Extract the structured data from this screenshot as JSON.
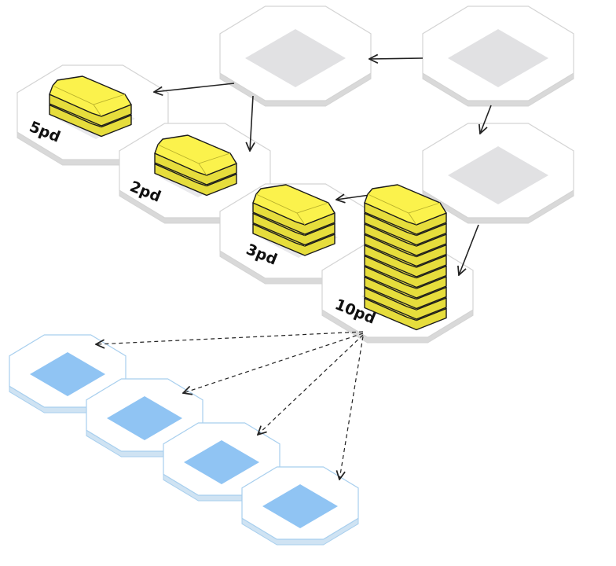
{
  "colors": {
    "gray_tile_top": "#ffffff",
    "gray_tile_edge": "#d9d9d9",
    "gray_tile_outline": "#d4d4d4",
    "gray_diamond": "#e1e1e3",
    "blue_tile_outline": "#a8cfee",
    "blue_tile_edge": "#cfe3f3",
    "blue_diamond": "#90c4f3",
    "gold_top": "#fbf24c",
    "gold_side": "#e6dd3c",
    "gold_outline": "#1a1a1a",
    "arrow": "#222222"
  },
  "labels": {
    "stack_5pd": "5pd",
    "stack_2pd": "2pd",
    "stack_3pd": "3pd",
    "stack_10pd": "10pd"
  },
  "diagram": {
    "source_nodes": [
      {
        "id": "source-tile-a",
        "icon": "gray-diamond-icon"
      },
      {
        "id": "source-tile-b",
        "icon": "gray-diamond-icon"
      },
      {
        "id": "source-tile-c",
        "icon": "gray-diamond-icon"
      }
    ],
    "stack_nodes": [
      {
        "id": "stack-tile-5pd",
        "label_key": "stack_5pd",
        "bars": 2
      },
      {
        "id": "stack-tile-2pd",
        "label_key": "stack_2pd",
        "bars": 2
      },
      {
        "id": "stack-tile-3pd",
        "label_key": "stack_3pd",
        "bars": 3
      },
      {
        "id": "stack-tile-10pd",
        "label_key": "stack_10pd",
        "bars": 10
      }
    ],
    "target_nodes": [
      {
        "id": "target-tile-1",
        "icon": "blue-diamond-icon"
      },
      {
        "id": "target-tile-2",
        "icon": "blue-diamond-icon"
      },
      {
        "id": "target-tile-3",
        "icon": "blue-diamond-icon"
      },
      {
        "id": "target-tile-4",
        "icon": "blue-diamond-icon"
      }
    ],
    "edges": [
      {
        "from": "source-tile-b",
        "to": "source-tile-a",
        "style": "solid"
      },
      {
        "from": "source-tile-a",
        "to": "stack-tile-5pd",
        "style": "solid"
      },
      {
        "from": "source-tile-a",
        "to": "stack-tile-2pd",
        "style": "solid"
      },
      {
        "from": "source-tile-b",
        "to": "source-tile-c",
        "style": "solid"
      },
      {
        "from": "source-tile-c",
        "to": "stack-tile-10pd",
        "style": "solid"
      },
      {
        "from": "stack-tile-10pd",
        "to": "stack-tile-3pd",
        "style": "solid"
      },
      {
        "from": "stack-tile-10pd",
        "to": "target-tile-1",
        "style": "dashed"
      },
      {
        "from": "stack-tile-10pd",
        "to": "target-tile-2",
        "style": "dashed"
      },
      {
        "from": "stack-tile-10pd",
        "to": "target-tile-3",
        "style": "dashed"
      },
      {
        "from": "stack-tile-10pd",
        "to": "target-tile-4",
        "style": "dashed"
      }
    ]
  }
}
